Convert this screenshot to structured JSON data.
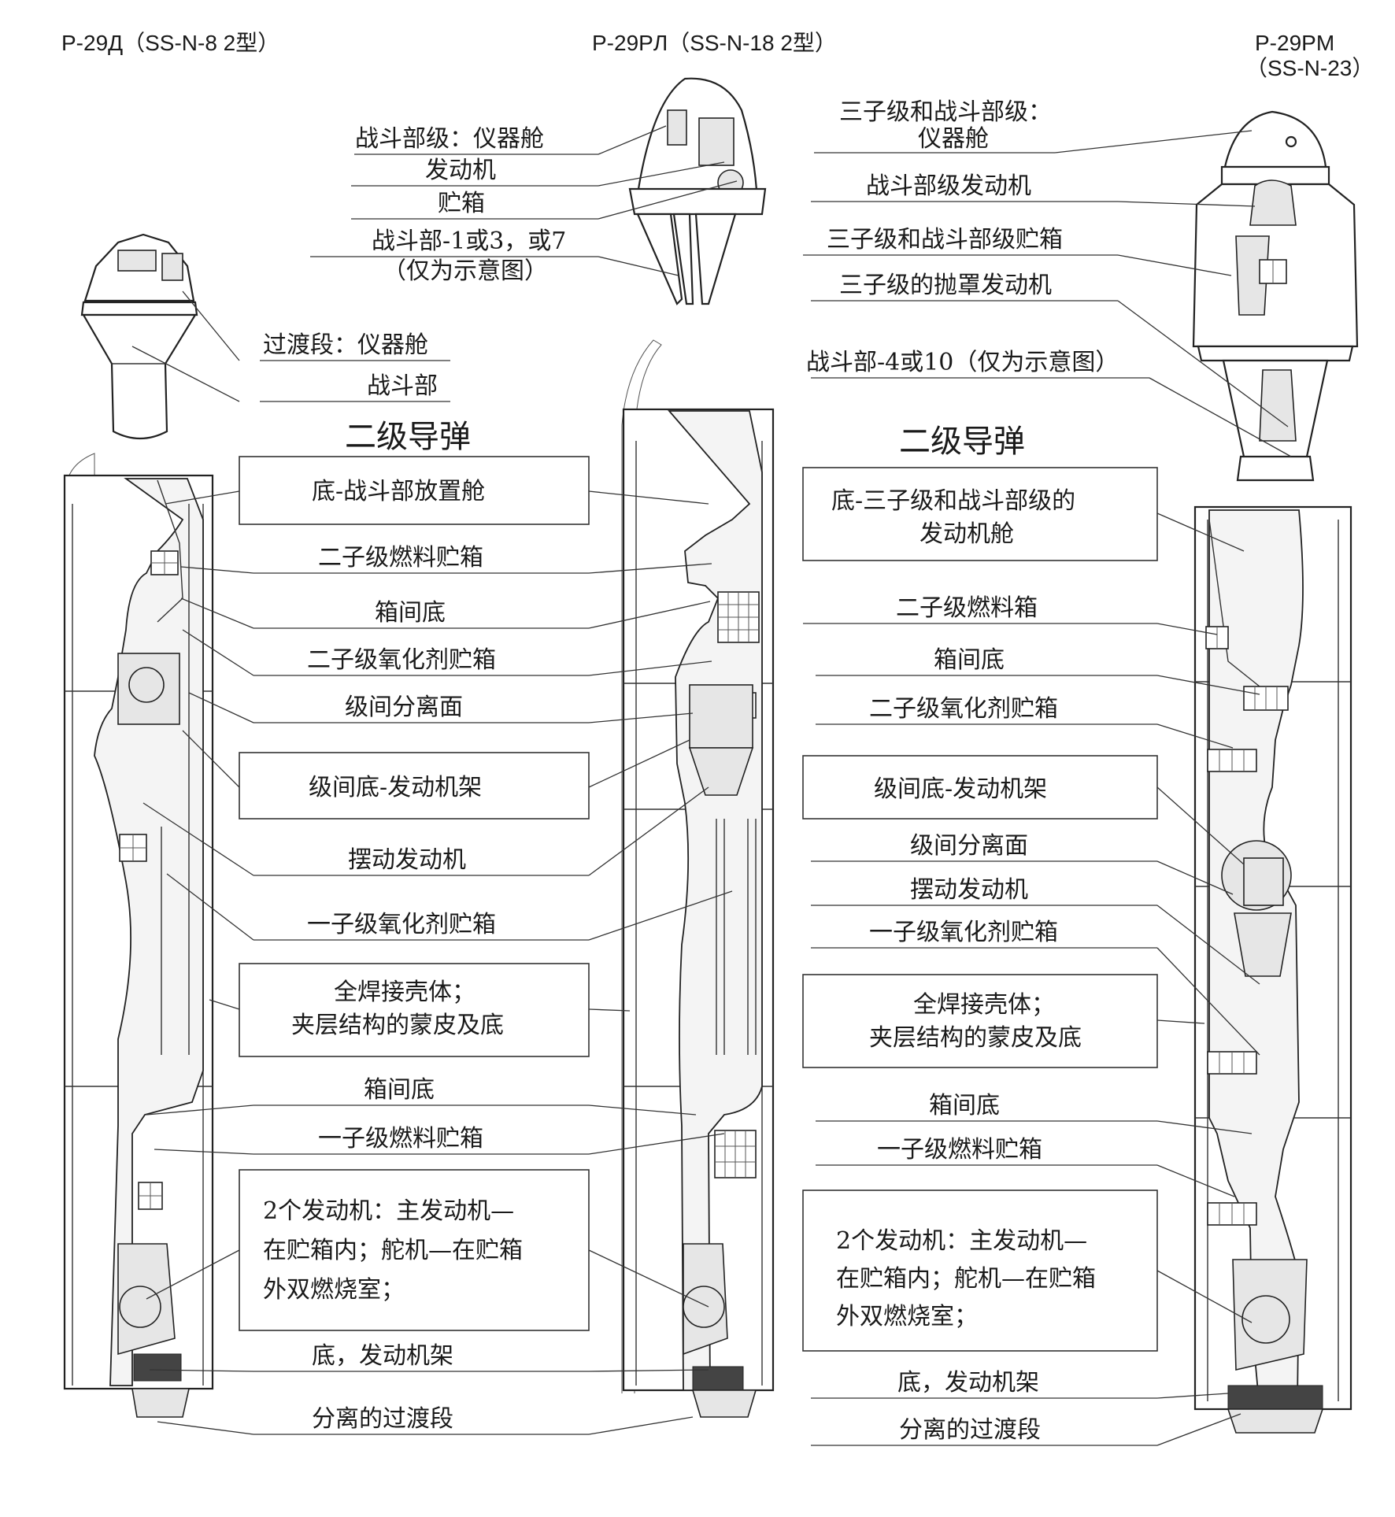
{
  "titles": {
    "left": "P-29Д（SS-N-8 2型）",
    "center": "P-29PЛ（SS-N-18 2型）",
    "right_line1": "P-29PM",
    "right_line2": "（SS-N-23）"
  },
  "sections": {
    "left_two_stage": "二级导弹",
    "right_two_stage": "二级导弹"
  },
  "warhead_top": {
    "instrument": "战斗部级：仪器舱",
    "engine": "发动机",
    "tank": "贮箱",
    "warheads_line1": "战斗部-1或3，或7",
    "warheads_line2": "（仅为示意图）"
  },
  "left_warhead": {
    "adapter": "过渡段：仪器舱",
    "warhead": "战斗部"
  },
  "center_labels": {
    "bay": "底-战斗部放置舱",
    "s2_fuel": "二子级燃料贮箱",
    "intertank1": "箱间底",
    "s2_oxidizer": "二子级氧化剂贮箱",
    "separation": "级间分离面",
    "engine_frame": "级间底-发动机架",
    "gimbal": "摆动发动机",
    "s1_oxidizer": "一子级氧化剂贮箱",
    "hull_line1": "全焊接壳体；",
    "hull_line2": "夹层结构的蒙皮及底",
    "intertank2": "箱间底",
    "s1_fuel": "一子级燃料贮箱",
    "engines_line1": "2个发动机：主发动机—",
    "engines_line2": "在贮箱内；舵机—在贮箱",
    "engines_line3": "外双燃烧室；",
    "bottom_frame": "底，发动机架",
    "adapter": "分离的过渡段"
  },
  "right_labels": {
    "stage3_instrument_line1": "三子级和战斗部级：",
    "stage3_instrument_line2": "仪器舱",
    "bus_engine": "战斗部级发动机",
    "stage3_tanks": "三子级和战斗部级贮箱",
    "stage3_jettison": "三子级的抛罩发动机",
    "warheads": "战斗部-4或10（仅为示意图）",
    "bay_line1": "底-三子级和战斗部级的",
    "bay_line2": "发动机舱",
    "s2_fuel": "二子级燃料箱",
    "intertank1": "箱间底",
    "s2_oxidizer": "二子级氧化剂贮箱",
    "engine_frame": "级间底-发动机架",
    "separation": "级间分离面",
    "gimbal": "摆动发动机",
    "s1_oxidizer": "一子级氧化剂贮箱",
    "hull_line1": "全焊接壳体；",
    "hull_line2": "夹层结构的蒙皮及底",
    "intertank2": "箱间底",
    "s1_fuel": "一子级燃料贮箱",
    "engines_line1": "2个发动机：主发动机—",
    "engines_line2": "在贮箱内；舵机—在贮箱",
    "engines_line3": "外双燃烧室；",
    "bottom_frame": "底，发动机架",
    "adapter": "分离的过渡段"
  }
}
